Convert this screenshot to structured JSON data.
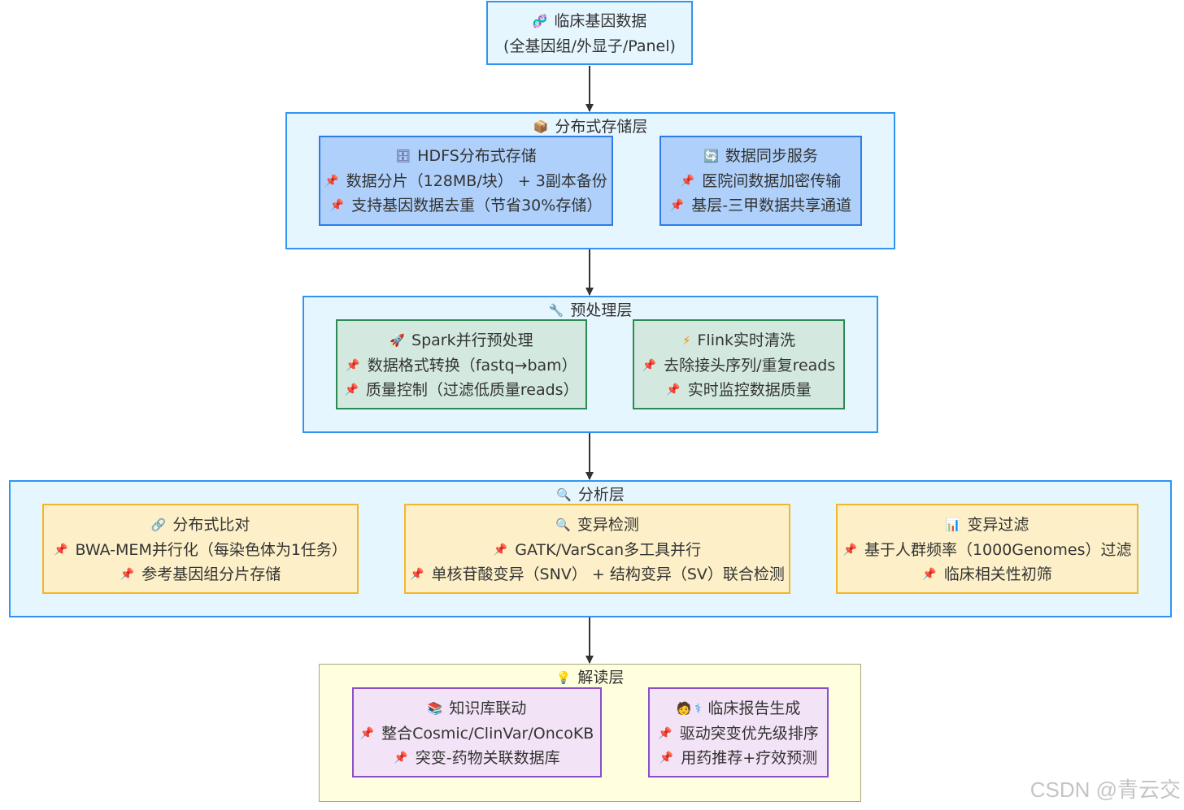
{
  "top": {
    "icon": "dna-icon",
    "line1": "临床基因数据",
    "line2": "(全基因组/外显子/Panel)"
  },
  "storage": {
    "title": "分布式存储层",
    "title_icon": "package-icon",
    "hdfs": {
      "icon": "server-icon",
      "title": "HDFS分布式存储",
      "items": [
        "数据分片（128MB/块） + 3副本备份",
        "支持基因数据去重（节省30%存储）"
      ]
    },
    "sync": {
      "icon": "sync-icon",
      "title": "数据同步服务",
      "items": [
        "医院间数据加密传输",
        "基层-三甲数据共享通道"
      ]
    }
  },
  "preprocess": {
    "title": "预处理层",
    "title_icon": "wrench-icon",
    "spark": {
      "icon": "rocket-icon",
      "title": "Spark并行预处理",
      "items": [
        "数据格式转换（fastq→bam）",
        "质量控制（过滤低质量reads）"
      ]
    },
    "flink": {
      "icon": "lightning-icon",
      "title": "Flink实时清洗",
      "items": [
        "去除接头序列/重复reads",
        "实时监控数据质量"
      ]
    }
  },
  "analysis": {
    "title": "分析层",
    "title_icon": "magnifier-icon",
    "align": {
      "icon": "link-icon",
      "title": "分布式比对",
      "items": [
        "BWA-MEM并行化（每染色体为1任务）",
        "参考基因组分片存储"
      ]
    },
    "detect": {
      "icon": "magnifier-icon",
      "title": "变异检测",
      "items": [
        "GATK/VarScan多工具并行",
        "单核苷酸变异（SNV） + 结构变异（SV）联合检测"
      ]
    },
    "filter": {
      "icon": "bar-chart-icon",
      "title": "变异过滤",
      "items": [
        "基于人群频率（1000Genomes）过滤",
        "临床相关性初筛"
      ]
    }
  },
  "interpret": {
    "title": "解读层",
    "title_icon": "lightbulb-icon",
    "kb": {
      "icon": "books-icon",
      "title": "知识库联动",
      "items": [
        "整合Cosmic/ClinVar/OncoKB",
        "突变-药物关联数据库"
      ]
    },
    "report": {
      "icon": "doctor-icon",
      "icon2": "caduceus-icon",
      "title": "临床报告生成",
      "items": [
        "驱动突变优先级排序",
        "用药推荐+疗效预测"
      ]
    }
  },
  "watermark": "CSDN @青云交",
  "colors": {
    "layer_border": "#2f95f0",
    "layer_fill": "#e6f6ff",
    "pin": "#e0182d",
    "arrow": "#333333"
  }
}
